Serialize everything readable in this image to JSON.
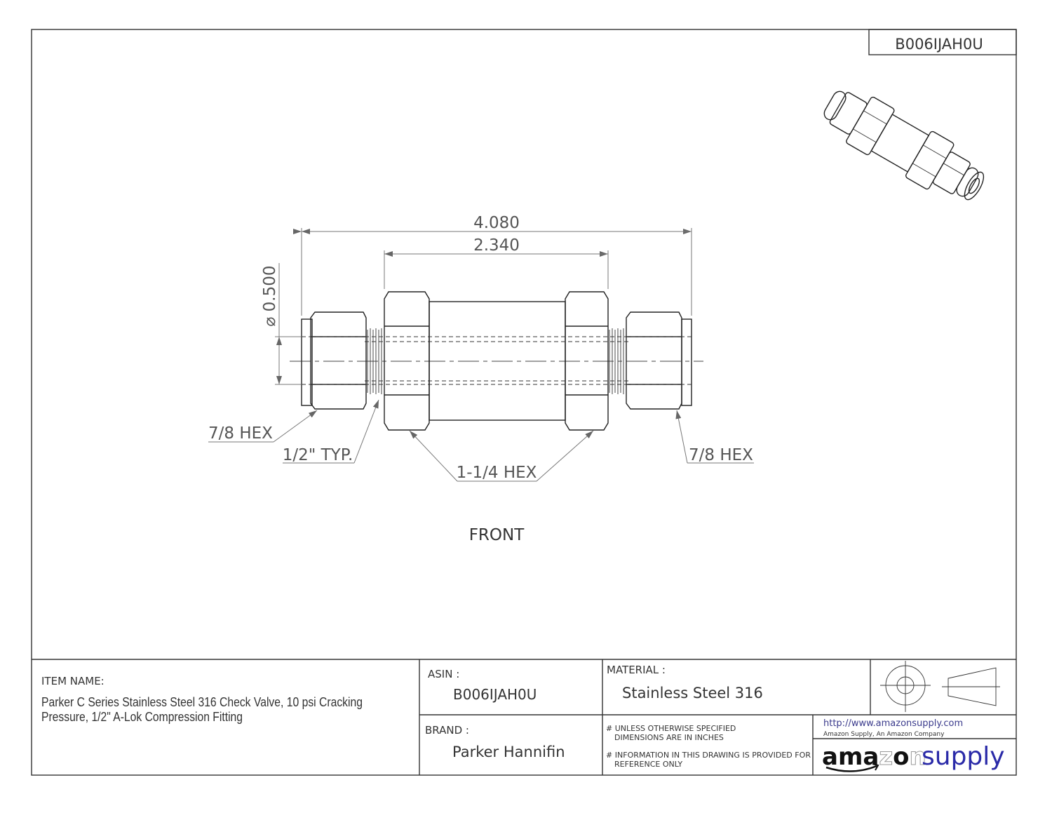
{
  "asin_box": "B006IJAH0U",
  "drawing": {
    "dim_overall": "4.080",
    "dim_body": "2.340",
    "dim_diameter": "⌀ 0.500",
    "label_left_hex": "7/8 HEX",
    "label_thread": "1/2\" TYP.",
    "label_center_hex": "1-1/4 HEX",
    "label_right_hex": "7/8 HEX",
    "view_label": "FRONT"
  },
  "title_block": {
    "item_name_label": "ITEM NAME:",
    "item_name_line1": "Parker C Series Stainless Steel 316 Check Valve, 10 psi Cracking",
    "item_name_line2": "Pressure, 1/2\" A-Lok Compression Fitting",
    "asin_label": "ASIN :",
    "asin_value": "B006IJAH0U",
    "material_label": "MATERIAL :",
    "material_value": "Stainless Steel 316",
    "brand_label": "BRAND :",
    "brand_value": "Parker Hannifin",
    "note1_line1": "# UNLESS OTHERWISE SPECIFIED",
    "note1_line2": "DIMENSIONS ARE IN INCHES",
    "note2_line1": "# INFORMATION IN THIS DRAWING IS PROVIDED FOR",
    "note2_line2": "REFERENCE ONLY",
    "url": "http://www.amazonsupply.com",
    "company": "Amazon Supply, An Amazon Company",
    "logo_text": "amazon supply"
  },
  "colors": {
    "url": "#3a3a8c",
    "logo_supply": "#2a2aa8"
  }
}
